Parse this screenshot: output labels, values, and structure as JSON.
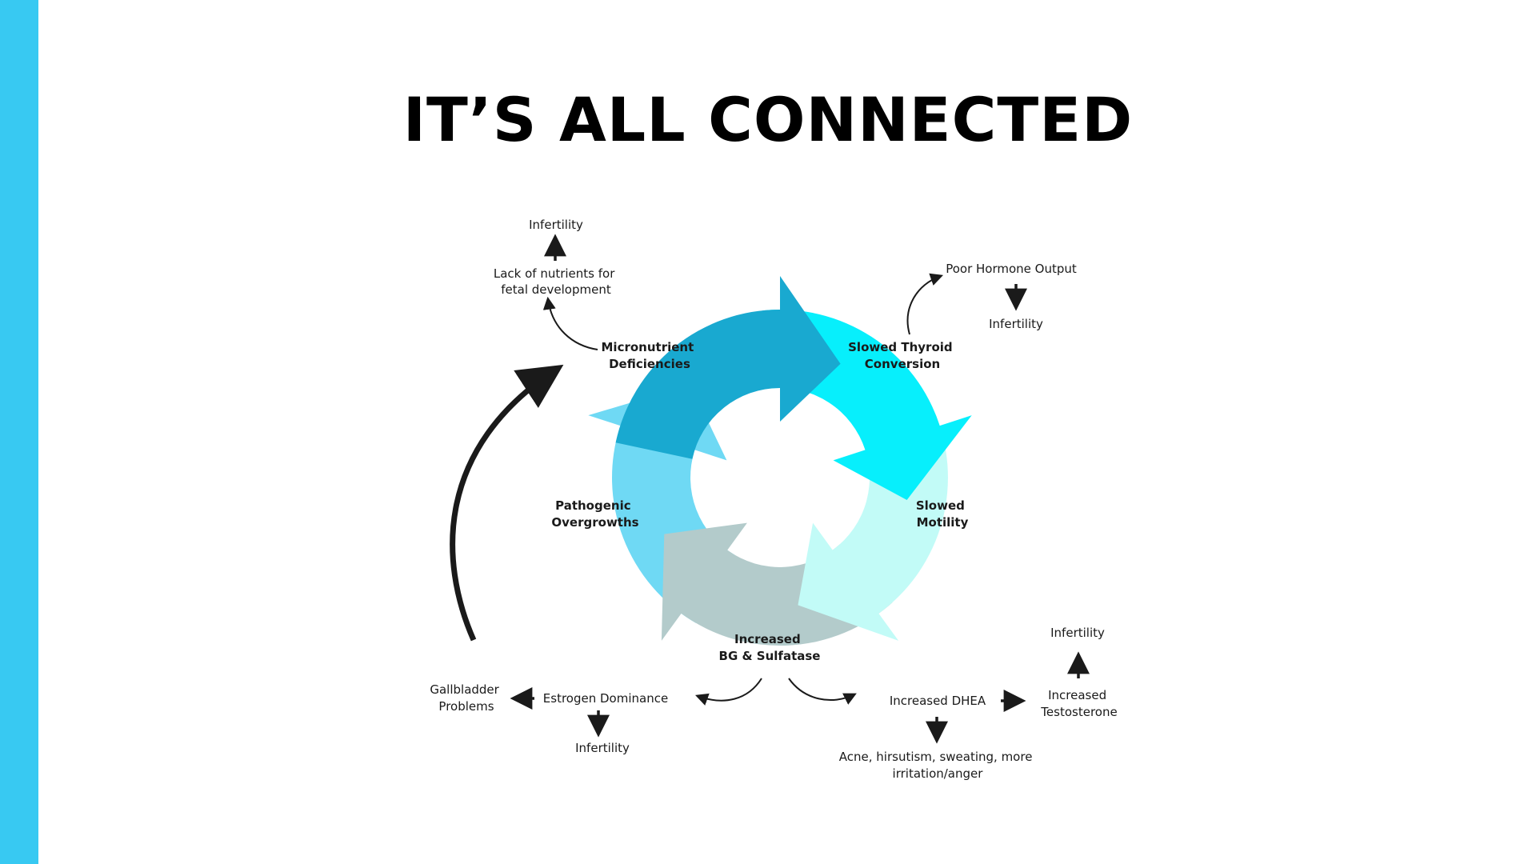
{
  "title": "IT’S ALL CONNECTED",
  "colors": {
    "side_bar": "#38C9F2",
    "segment_micronutrient": "#19A9D0",
    "segment_thyroid": "#07EFFC",
    "segment_motility": "#C2FBF7",
    "segment_bg_sulfatase": "#B3CBCB",
    "segment_pathogenic": "#6FD9F4",
    "arrow": "#1a1a1a"
  },
  "cycle": {
    "micronutrient": [
      "Micronutrient",
      "Deficiencies"
    ],
    "thyroid": [
      "Slowed Thyroid",
      "Conversion"
    ],
    "motility": [
      "Slowed",
      "Motility"
    ],
    "bg_sulfatase": [
      "Increased",
      "BG & Sulfatase"
    ],
    "pathogenic": [
      "Pathogenic",
      "Overgrowths"
    ]
  },
  "micronutrient_branch": {
    "effect": [
      "Lack of nutrients for",
      "fetal development"
    ],
    "outcome": "Infertility"
  },
  "thyroid_branch": {
    "effect": "Poor Hormone Output",
    "outcome": "Infertility"
  },
  "estrogen_branch": {
    "effect": "Estrogen Dominance",
    "outcome": "Infertility",
    "side_effect": [
      "Gallbladder",
      "Problems"
    ]
  },
  "dhea_branch": {
    "effect": "Increased DHEA",
    "side_effect": [
      "Increased",
      "Testosterone"
    ],
    "side_outcome": "Infertility",
    "symptoms": [
      "Acne, hirsutism, sweating, more",
      "irritation/anger"
    ]
  }
}
